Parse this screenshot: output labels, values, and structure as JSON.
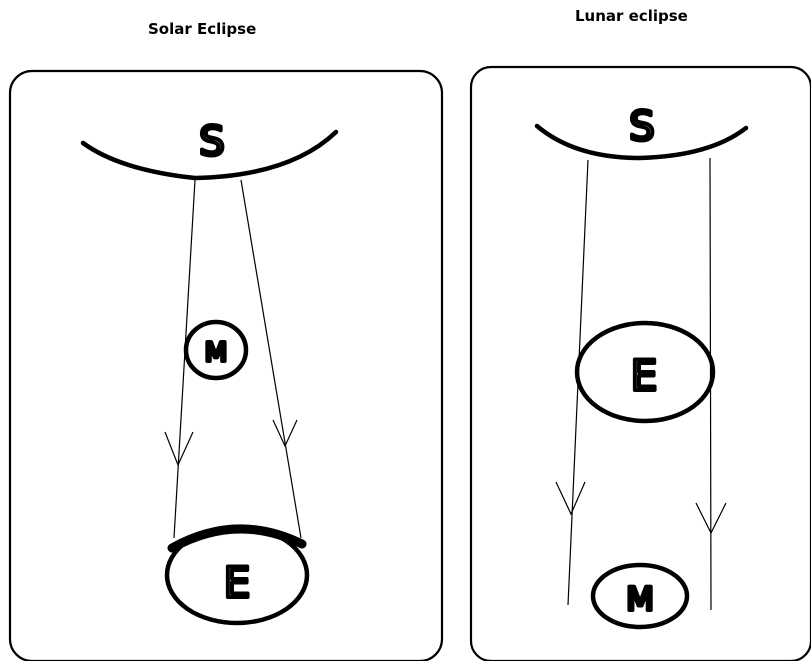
{
  "diagrams": [
    {
      "title": "Solar Eclipse",
      "sun_label": "S",
      "middle_label": "M",
      "bottom_label": "E"
    },
    {
      "title": "Lunar eclipse",
      "sun_label": "S",
      "middle_label": "E",
      "bottom_label": "M"
    }
  ]
}
